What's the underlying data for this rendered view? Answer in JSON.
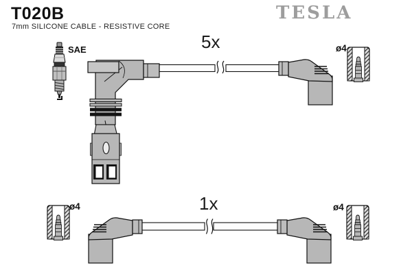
{
  "header": {
    "part_number": "T020B",
    "subtitle": "7mm SILICONE CABLE - RESISTIVE CORE",
    "brand": "TESLA"
  },
  "diagram": {
    "spark_plug_standard_label": "SAE",
    "group_main": {
      "quantity_label": "5x"
    },
    "group_single": {
      "quantity_label": "1x"
    },
    "terminal_diameter_label": "ø4"
  },
  "colors": {
    "background": "#ffffff",
    "line": "#111111",
    "connector_gray": "#b7b7b7",
    "logo_gray": "#9d9d9d"
  }
}
